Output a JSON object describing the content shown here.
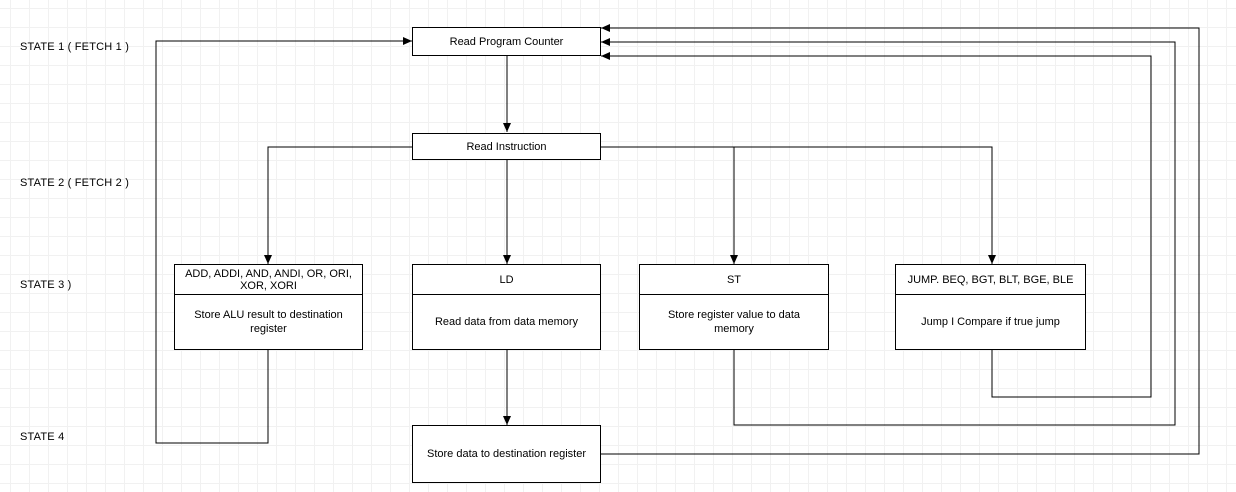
{
  "states": {
    "s1": "STATE 1 ( FETCH 1 )",
    "s2": "STATE 2 ( FETCH 2 )",
    "s3": "STATE 3 )",
    "s4": "STATE 4"
  },
  "nodes": {
    "read_pc": "Read Program Counter",
    "read_instr": "Read Instruction",
    "alu": {
      "header": "ADD, ADDI, AND, ANDI, OR, ORI, XOR, XORI",
      "body": "Store ALU result to destination register"
    },
    "ld": {
      "header": "LD",
      "body": "Read data from data memory"
    },
    "st": {
      "header": "ST",
      "body": "Store register value to data memory"
    },
    "jump": {
      "header": "JUMP. BEQ, BGT, BLT, BGE, BLE",
      "body": "Jump I Compare if true jump"
    },
    "store_dest": "Store data to destination register"
  }
}
